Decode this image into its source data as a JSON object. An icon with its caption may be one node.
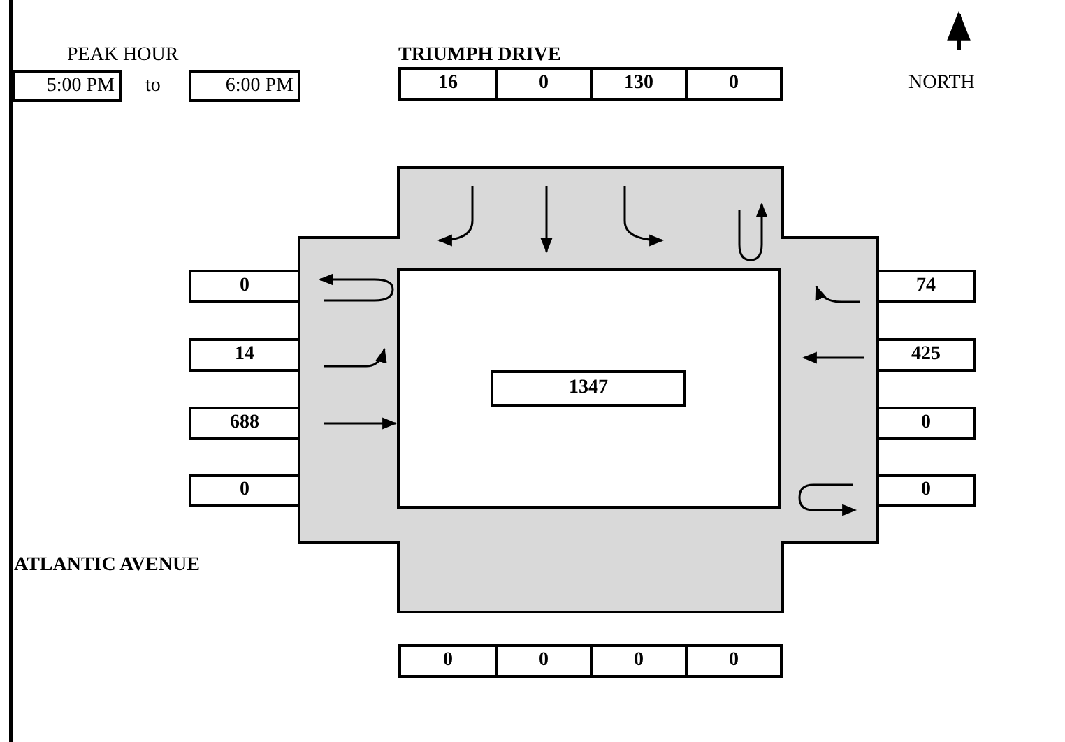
{
  "diagram": {
    "nodes": [
      {
        "text": [
          "5:00 PM"
        ]
      },
      {
        "text": [
          "6:00 PM"
        ]
      },
      {
        "text": [
          "16"
        ]
      },
      {
        "text": [
          "0"
        ]
      },
      {
        "text": [
          "130"
        ]
      },
      {
        "text": [
          "0"
        ]
      },
      {
        "text": [
          "0"
        ]
      },
      {
        "text": [
          "74"
        ]
      },
      {
        "text": [
          "14"
        ]
      },
      {
        "text": [
          "425"
        ]
      },
      {
        "text": [
          "1347"
        ]
      },
      {
        "text": [
          "688"
        ]
      },
      {
        "text": [
          "0"
        ]
      },
      {
        "text": [
          "0"
        ]
      },
      {
        "text": [
          "0"
        ]
      },
      {
        "text": [
          "0"
        ]
      },
      {
        "text": [
          "0"
        ]
      },
      {
        "text": [
          "0"
        ]
      },
      {
        "text": [
          "0"
        ]
      }
    ],
    "edges": [],
    "labels": [
      "PEAK HOUR",
      "to",
      "TRIUMPH DRIVE",
      "NORTH",
      "ATLANTIC AVENUE"
    ]
  }
}
